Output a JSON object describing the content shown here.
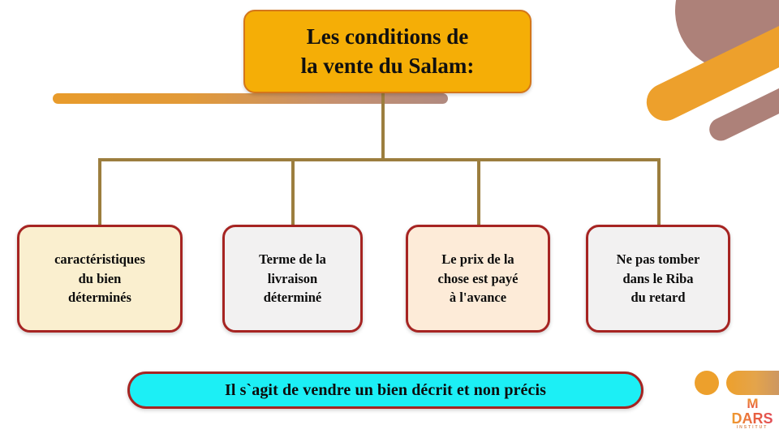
{
  "slide": {
    "title": "Les conditions de\nla vente du Salam:",
    "background_color": "#FFFFFF"
  },
  "colors": {
    "title_fill": "#F5AE06",
    "title_border": "#D4761A",
    "connector": "#9C7E3E",
    "box_border": "#A62422",
    "banner_fill": "#1CEFF5",
    "deco_orange": "#EDA02C",
    "deco_mauve": "#AD8179"
  },
  "items": [
    {
      "label": "caractéristiques\ndu bien\ndéterminés",
      "fill": "#FAEFCF"
    },
    {
      "label": "Terme de la\nlivraison\ndéterminé",
      "fill": "#F2F1F1"
    },
    {
      "label": "Le prix de la\nchose est payé\nà l'avance",
      "fill": "#FDEBD8"
    },
    {
      "label": "Ne pas tomber\ndans le Riba\ndu retard",
      "fill": "#F2F1F1"
    }
  ],
  "footer": {
    "text": "Il s`agit de vendre un bien décrit et non précis"
  },
  "logo": {
    "mark": "М",
    "name": "DARS",
    "subtitle": "INSTITUT"
  }
}
